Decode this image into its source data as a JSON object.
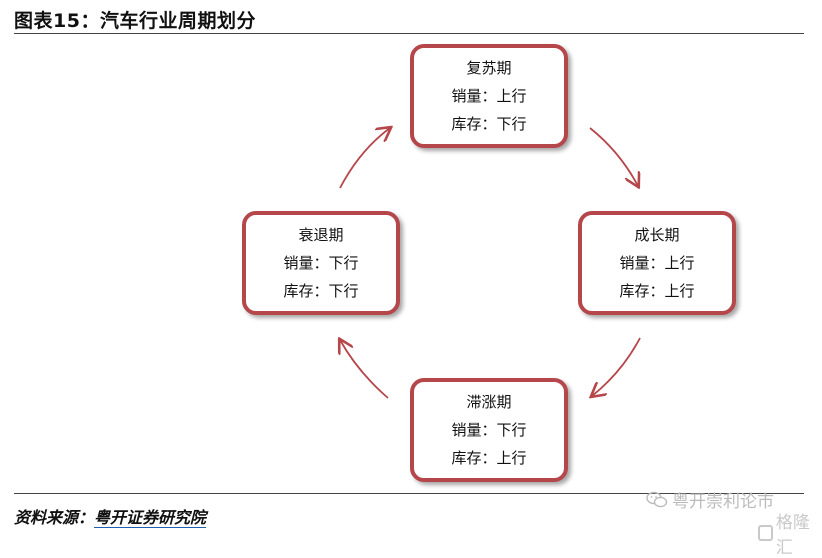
{
  "header": {
    "title": "图表15：汽车行业周期划分"
  },
  "stages": [
    {
      "name": "复苏期",
      "sales": "销量：上行",
      "inventory": "库存：下行"
    },
    {
      "name": "成长期",
      "sales": "销量：上行",
      "inventory": "库存：上行"
    },
    {
      "name": "滞涨期",
      "sales": "销量：下行",
      "inventory": "库存：上行"
    },
    {
      "name": "衰退期",
      "sales": "销量：下行",
      "inventory": "库存：下行"
    }
  ],
  "footer": {
    "source_prefix": "资料来源：",
    "source_name": "粤开证券研究院",
    "watermark": "粤开崇利论市",
    "logo_text": "格隆汇"
  },
  "colors": {
    "accent": "#b5474b",
    "rule": "#444444"
  }
}
